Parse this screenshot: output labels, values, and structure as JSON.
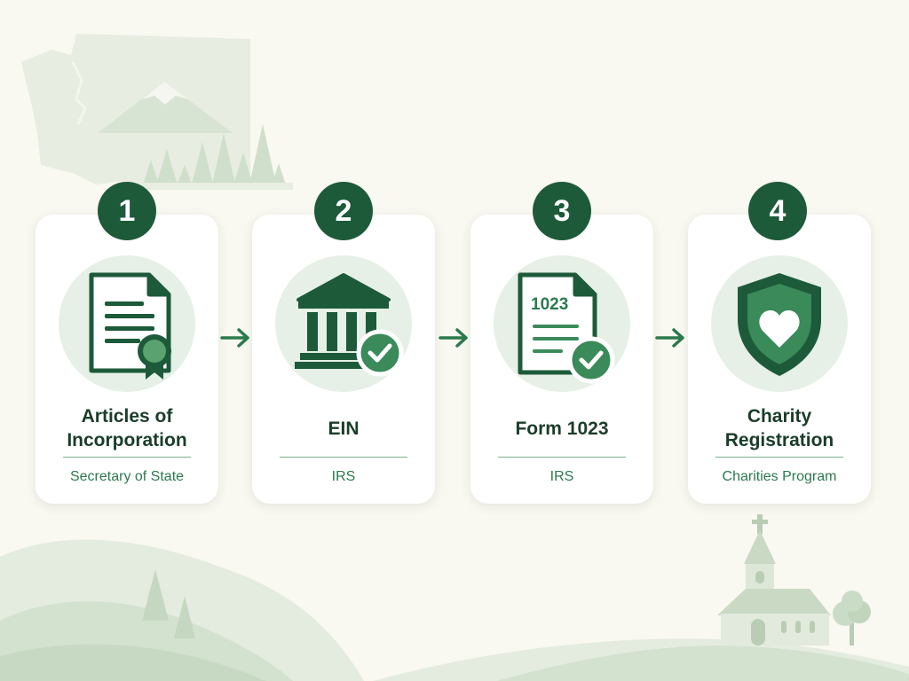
{
  "steps": [
    {
      "number": "1",
      "title": "Articles of\nIncorporation",
      "subtitle": "Secretary of State",
      "icon": "certificate-document-icon"
    },
    {
      "number": "2",
      "title": "EIN",
      "subtitle": "IRS",
      "icon": "bank-building-check-icon"
    },
    {
      "number": "3",
      "title": "Form 1023",
      "subtitle": "IRS",
      "icon": "form-document-check-icon",
      "icon_text": "1023"
    },
    {
      "number": "4",
      "title": "Charity\nRegistration",
      "subtitle": "Charities Program",
      "icon": "shield-heart-icon"
    }
  ],
  "connector_icon": "arrow-right-icon",
  "decorations": [
    "washington-state-map",
    "mountain",
    "pine-trees",
    "rolling-hills",
    "church",
    "tree"
  ],
  "colors": {
    "background": "#f9f8f1",
    "card": "#ffffff",
    "primary_dark_green": "#1d5a3a",
    "title_text": "#1a3d2a",
    "subtitle_text": "#2b7a4e",
    "icon_circle": "#e6f0e6",
    "check_green": "#3a8a5a",
    "decoration_green": "#dfe9dc"
  }
}
